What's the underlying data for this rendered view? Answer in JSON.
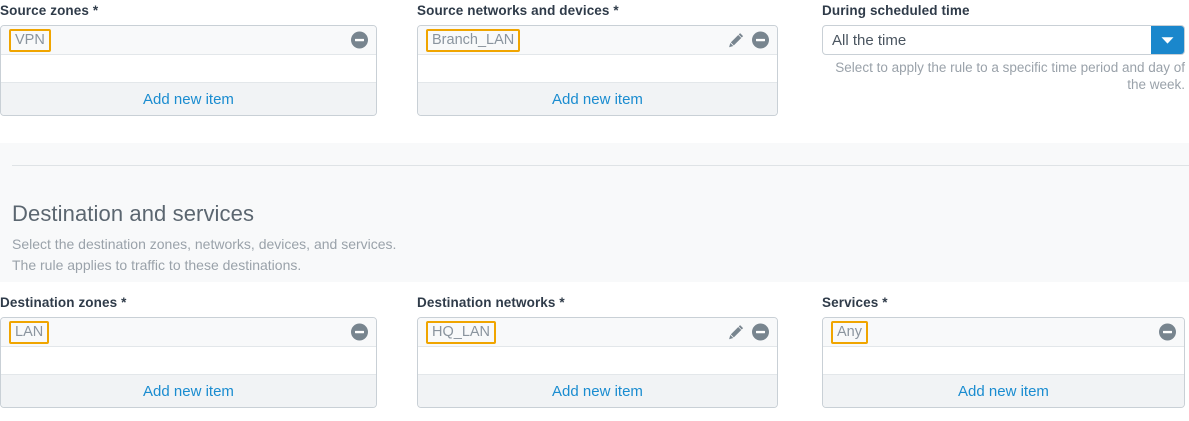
{
  "colors": {
    "accent_blue": "#1a8cd0",
    "chip_border_orange": "#f0a500",
    "icon_gray": "#78858f",
    "label_dark": "#2f3b49",
    "muted_gray": "#9aa2aa",
    "panel_border": "#c9d0d6",
    "band_bg": "#f8f9fa",
    "footer_bg": "#f1f3f5"
  },
  "source_section": {
    "source_zones": {
      "label": "Source zones",
      "required_marker": "*",
      "items": [
        {
          "name": "VPN",
          "has_edit": false,
          "has_remove": true
        }
      ],
      "add_label": "Add new item"
    },
    "source_networks": {
      "label": "Source networks and devices",
      "required_marker": "*",
      "items": [
        {
          "name": "Branch_LAN",
          "has_edit": true,
          "has_remove": true
        }
      ],
      "add_label": "Add new item"
    },
    "scheduled_time": {
      "label": "During scheduled time",
      "required_marker": "",
      "value": "All the time",
      "options": [
        "All the time"
      ],
      "help": "Select to apply the rule to a specific time period and day of the week."
    }
  },
  "destination_section": {
    "title": "Destination and services",
    "subtitle_line1": "Select the destination zones, networks, devices, and services.",
    "subtitle_line2": "The rule applies to traffic to these destinations.",
    "destination_zones": {
      "label": "Destination zones",
      "required_marker": "*",
      "items": [
        {
          "name": "LAN",
          "has_edit": false,
          "has_remove": true
        }
      ],
      "add_label": "Add new item"
    },
    "destination_networks": {
      "label": "Destination networks",
      "required_marker": "*",
      "items": [
        {
          "name": "HQ_LAN",
          "has_edit": true,
          "has_remove": true
        }
      ],
      "add_label": "Add new item"
    },
    "services": {
      "label": "Services",
      "required_marker": "*",
      "items": [
        {
          "name": "Any",
          "has_edit": false,
          "has_remove": true
        }
      ],
      "add_label": "Add new item"
    }
  },
  "icons": {
    "remove": "remove-circle-icon",
    "edit": "pencil-icon",
    "dropdown": "chevron-down-icon"
  }
}
